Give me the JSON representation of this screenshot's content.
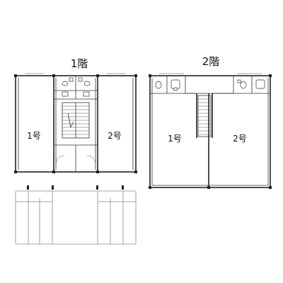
{
  "floors": [
    {
      "title": "1階",
      "units": [
        "1号",
        "2号"
      ]
    },
    {
      "title": "2階",
      "units": [
        "1号",
        "2号"
      ]
    }
  ]
}
